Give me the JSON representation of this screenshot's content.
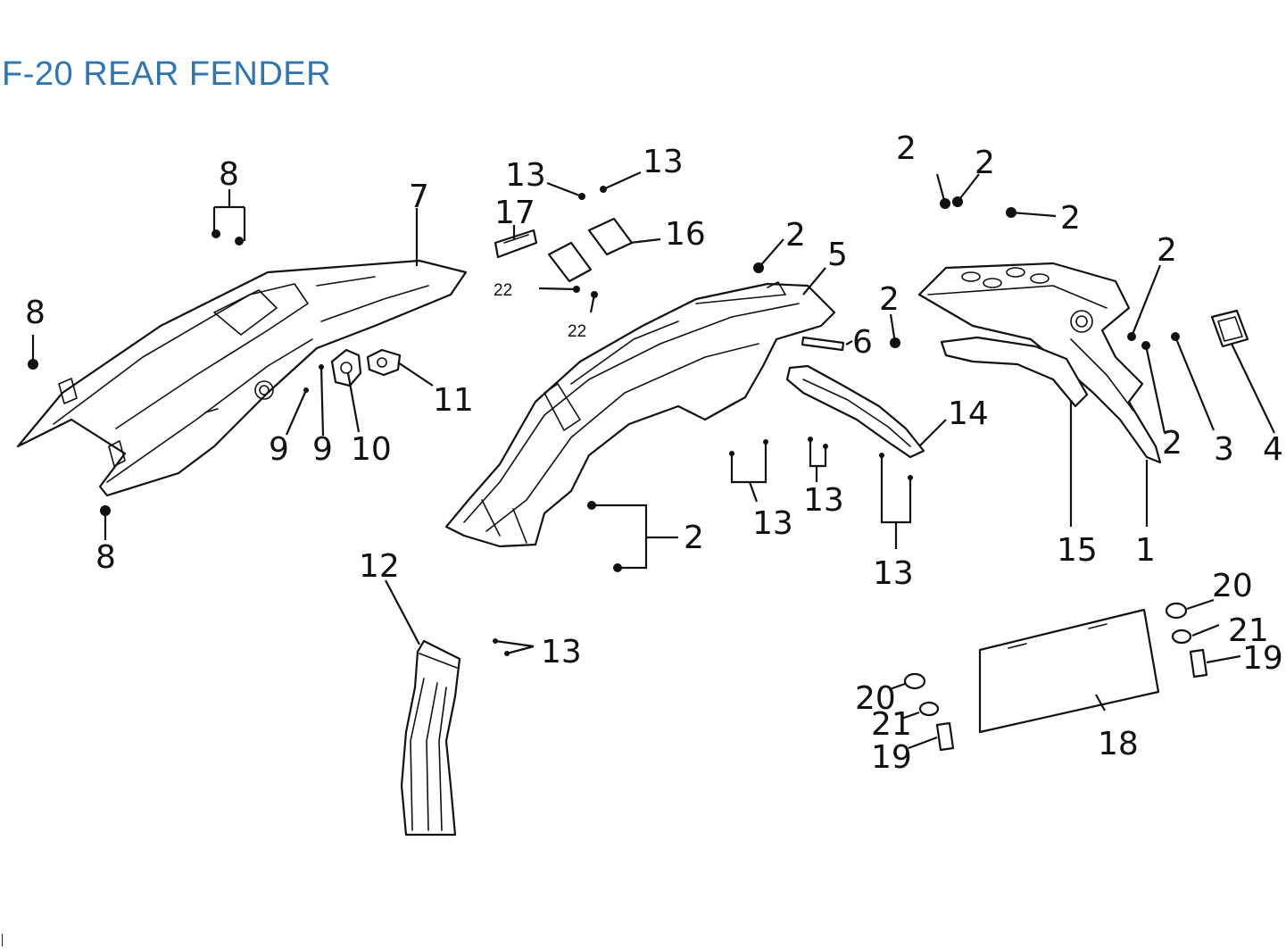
{
  "header": {
    "title": "F-20  REAR FENDER",
    "title_color": "#2e75b6"
  },
  "callouts": [
    {
      "id": "c-1",
      "text": "1"
    },
    {
      "id": "c-2a",
      "text": "2"
    },
    {
      "id": "c-2b",
      "text": "2"
    },
    {
      "id": "c-2c",
      "text": "2"
    },
    {
      "id": "c-2d",
      "text": "2"
    },
    {
      "id": "c-2e",
      "text": "2"
    },
    {
      "id": "c-2f",
      "text": "2"
    },
    {
      "id": "c-2g",
      "text": "2"
    },
    {
      "id": "c-2h",
      "text": "2"
    },
    {
      "id": "c-3",
      "text": "3"
    },
    {
      "id": "c-4",
      "text": "4"
    },
    {
      "id": "c-5",
      "text": "5"
    },
    {
      "id": "c-6",
      "text": "6"
    },
    {
      "id": "c-7",
      "text": "7"
    },
    {
      "id": "c-8a",
      "text": "8"
    },
    {
      "id": "c-8b",
      "text": "8"
    },
    {
      "id": "c-8c",
      "text": "8"
    },
    {
      "id": "c-9a",
      "text": "9"
    },
    {
      "id": "c-9b",
      "text": "9"
    },
    {
      "id": "c-10",
      "text": "10"
    },
    {
      "id": "c-11",
      "text": "11"
    },
    {
      "id": "c-12",
      "text": "12"
    },
    {
      "id": "c-13a",
      "text": "13"
    },
    {
      "id": "c-13b",
      "text": "13"
    },
    {
      "id": "c-13c",
      "text": "13"
    },
    {
      "id": "c-13d",
      "text": "13"
    },
    {
      "id": "c-13e",
      "text": "13"
    },
    {
      "id": "c-13f",
      "text": "13"
    },
    {
      "id": "c-14",
      "text": "14"
    },
    {
      "id": "c-15",
      "text": "15"
    },
    {
      "id": "c-16",
      "text": "16"
    },
    {
      "id": "c-17",
      "text": "17"
    },
    {
      "id": "c-18",
      "text": "18"
    },
    {
      "id": "c-19a",
      "text": "19"
    },
    {
      "id": "c-19b",
      "text": "19"
    },
    {
      "id": "c-20a",
      "text": "20"
    },
    {
      "id": "c-20b",
      "text": "20"
    },
    {
      "id": "c-21a",
      "text": "21"
    },
    {
      "id": "c-21b",
      "text": "21"
    },
    {
      "id": "c-22a",
      "text": "22"
    },
    {
      "id": "c-22b",
      "text": "22"
    }
  ]
}
